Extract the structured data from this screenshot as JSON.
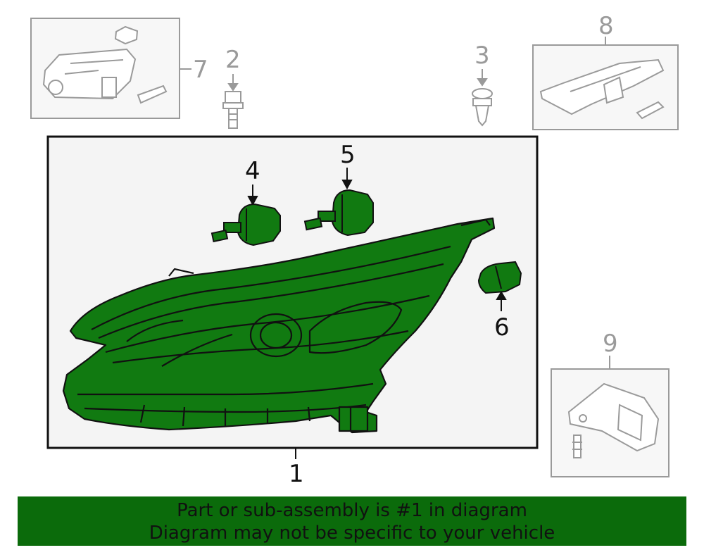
{
  "callouts": {
    "c1": "1",
    "c2": "2",
    "c3": "3",
    "c4": "4",
    "c5": "5",
    "c6": "6",
    "c7": "7",
    "c8": "8",
    "c9": "9"
  },
  "banner": {
    "line1": "Part or sub-assembly is #1 in diagram",
    "line2": "Diagram may not be specific to your vehicle",
    "color": "#0b6b0b"
  },
  "colors": {
    "highlight": "#117a11",
    "outline": "#111111",
    "secondary": "#9a9a9a",
    "main_box_bg": "#f4f4f4"
  }
}
